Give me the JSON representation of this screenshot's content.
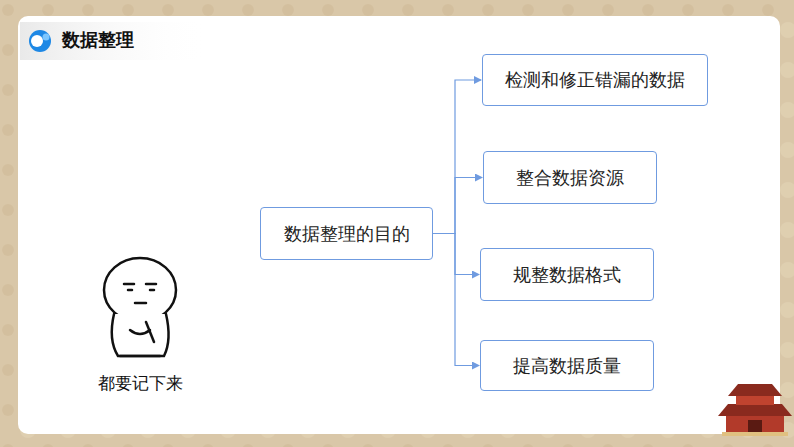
{
  "diagram": {
    "title": "数据整理",
    "nodes": [
      {
        "text": [
          "数据整理的目的"
        ]
      },
      {
        "text": [
          "检测和修正错漏的数据"
        ]
      },
      {
        "text": [
          "整合数据资源"
        ]
      },
      {
        "text": [
          "规整数据格式"
        ]
      },
      {
        "text": [
          "提高数据质量"
        ]
      }
    ],
    "edges": [
      {
        "from": 0,
        "to": 1,
        "arrow": "to"
      },
      {
        "from": 0,
        "to": 2,
        "arrow": "to"
      },
      {
        "from": 0,
        "to": 3,
        "arrow": "to"
      },
      {
        "from": 0,
        "to": 4,
        "arrow": "to"
      }
    ],
    "labels": [
      "都要记下来"
    ]
  }
}
